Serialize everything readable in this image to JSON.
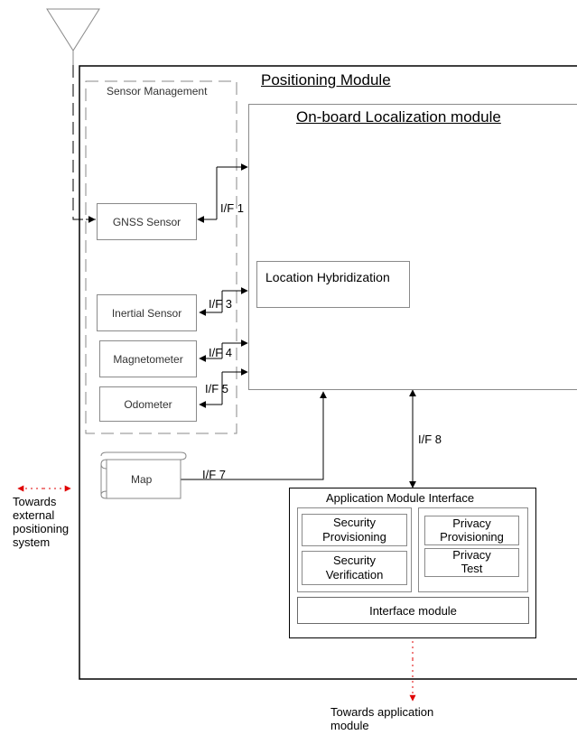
{
  "positioning_module": {
    "title": "Positioning Module"
  },
  "sensor_management": {
    "title": "Sensor Management",
    "gnss": "GNSS Sensor",
    "inertial": "Inertial Sensor",
    "magnetometer": "Magnetometer",
    "odometer": "Odometer"
  },
  "onboard": {
    "title": "On-board Localization module",
    "hybridization": "Location Hybridization"
  },
  "interfaces": {
    "if1": "I/F 1",
    "if3": "I/F 3",
    "if4": "I/F 4",
    "if5": "I/F 5",
    "if7": "I/F 7",
    "if8": "I/F 8"
  },
  "map": {
    "label": "Map"
  },
  "app_interface": {
    "title": "Application Module Interface",
    "security_provisioning": [
      "Security",
      "Provisioning"
    ],
    "security_verification": [
      "Security",
      "Verification"
    ],
    "privacy_provisioning": [
      "Privacy",
      "Provisioning"
    ],
    "privacy_test": [
      "Privacy",
      "Test"
    ],
    "interface_module": "Interface module"
  },
  "external": {
    "towards_external": [
      "Towards",
      "external",
      "positioning",
      "system"
    ],
    "towards_application": [
      "Towards application",
      "module"
    ]
  },
  "colors": {
    "line": "#000000",
    "box_border": "#8a8a8a",
    "external_arrow": "#e00000"
  }
}
